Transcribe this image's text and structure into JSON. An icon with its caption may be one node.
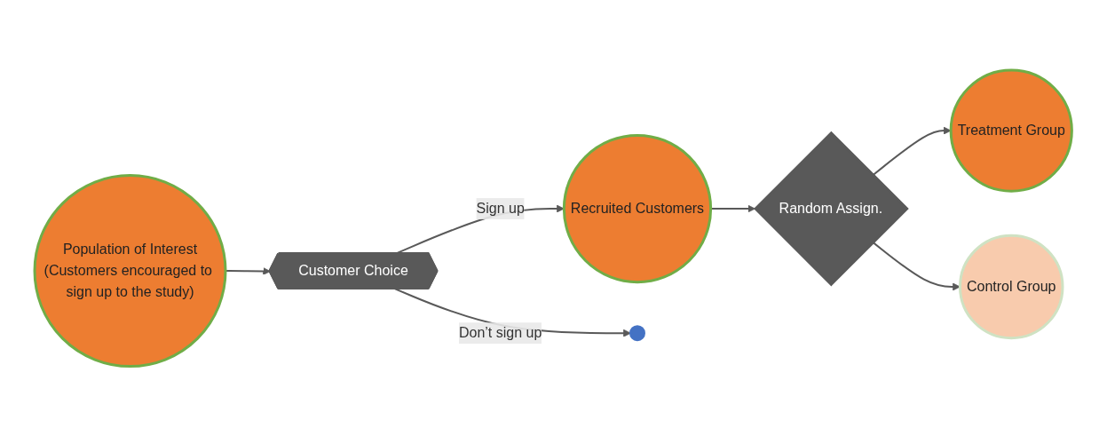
{
  "diagram": {
    "nodes": [
      {
        "text": [
          "Population of Interest",
          "(Customers encouraged to sign up to the study)"
        ]
      },
      {
        "text": [
          "Customer Choice"
        ]
      },
      {
        "text": [
          "Recruited Customers"
        ]
      },
      {
        "text": [
          "Random Assign."
        ]
      },
      {
        "text": [
          "Treatment Group"
        ]
      },
      {
        "text": [
          "Control Group"
        ]
      },
      {
        "text": [],
        "shape": "circle"
      }
    ],
    "edges": [
      {
        "from": 0,
        "to": 1,
        "arrow": "to"
      },
      {
        "from": 1,
        "to": 2,
        "label": "Sign up",
        "arrow": "to"
      },
      {
        "from": 1,
        "to": 6,
        "label": "Don’t sign up",
        "arrow": "to"
      },
      {
        "from": 2,
        "to": 3,
        "arrow": "to"
      },
      {
        "from": 3,
        "to": 4,
        "arrow": "to"
      },
      {
        "from": 3,
        "to": 5,
        "arrow": "to"
      }
    ]
  }
}
